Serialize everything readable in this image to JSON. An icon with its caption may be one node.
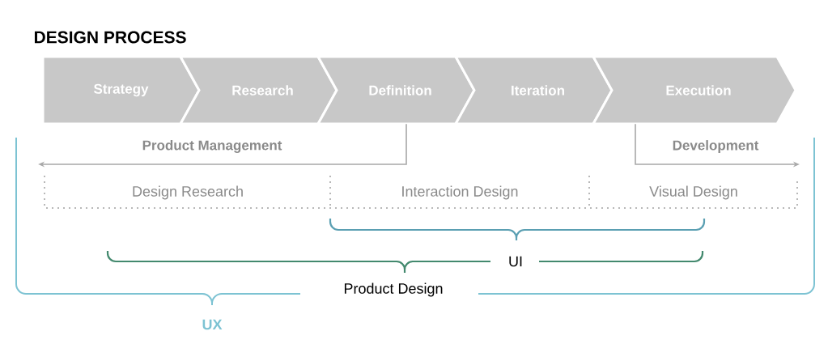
{
  "diagram": {
    "title": "DESIGN PROCESS",
    "nodes": [
      {
        "text": [
          "Strategy"
        ]
      },
      {
        "text": [
          "Research"
        ]
      },
      {
        "text": [
          "Definition"
        ]
      },
      {
        "text": [
          "Iteration"
        ]
      },
      {
        "text": [
          "Execution"
        ]
      }
    ],
    "edges": [
      {
        "from": 2,
        "to": null,
        "arrow": "to",
        "label": "Product Management"
      },
      {
        "from": 4,
        "to": null,
        "arrow": "to",
        "label": "Development"
      }
    ],
    "labels": [
      "Design Research",
      "Interaction Design",
      "Visual Design",
      "UI",
      "Product Design",
      "UX"
    ]
  }
}
